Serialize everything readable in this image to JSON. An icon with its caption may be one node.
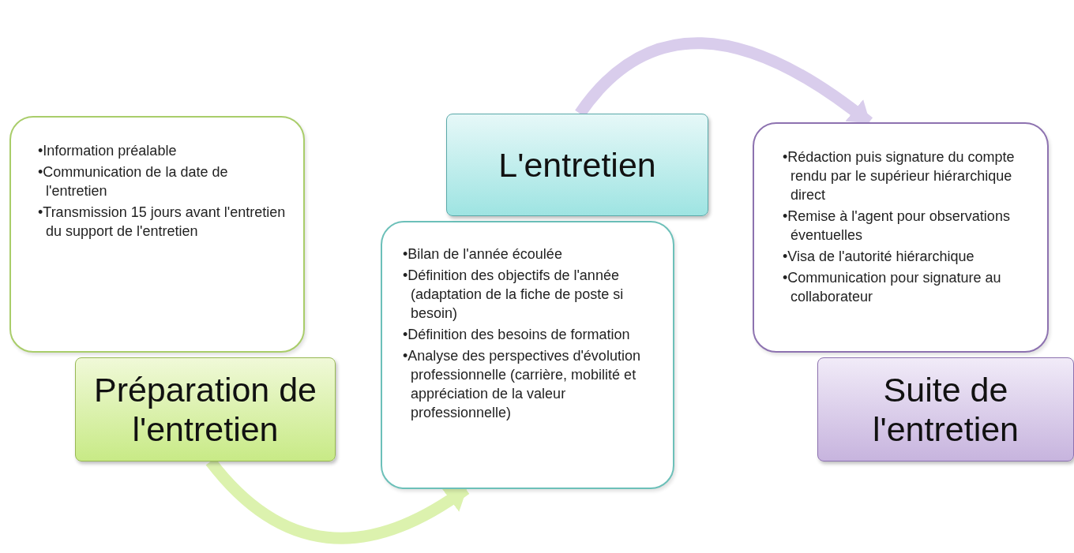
{
  "diagram": {
    "nodes": [
      {
        "text": [
          "•Information préalable",
          "•Communication de la date de l'entretien",
          "•Transmission 15 jours avant l'entretien du support de l'entretien"
        ]
      },
      {
        "text": [
          "Préparation de l'entretien"
        ]
      },
      {
        "text": [
          "L'entretien"
        ]
      },
      {
        "text": [
          "•Bilan de l'année écoulée",
          "•Définition des objectifs de l'année (adaptation de la fiche de poste si besoin)",
          "•Définition des besoins de formation",
          "•Analyse des perspectives d'évolution professionnelle (carrière, mobilité et appréciation de la valeur professionnelle)"
        ]
      },
      {
        "text": [
          "•Rédaction puis signature du compte rendu par le supérieur hiérarchique direct",
          "•Remise à l'agent pour observations éventuelles",
          "•Visa de l'autorité hiérarchique",
          "•Communication pour signature au collaborateur"
        ]
      },
      {
        "text": [
          "Suite de l'entretien"
        ]
      }
    ],
    "edges": [
      {
        "from": 1,
        "to": 3,
        "arrow": "to",
        "color": "#dcf2ae"
      },
      {
        "from": 2,
        "to": 4,
        "arrow": "to",
        "color": "#d9cdec"
      }
    ]
  }
}
